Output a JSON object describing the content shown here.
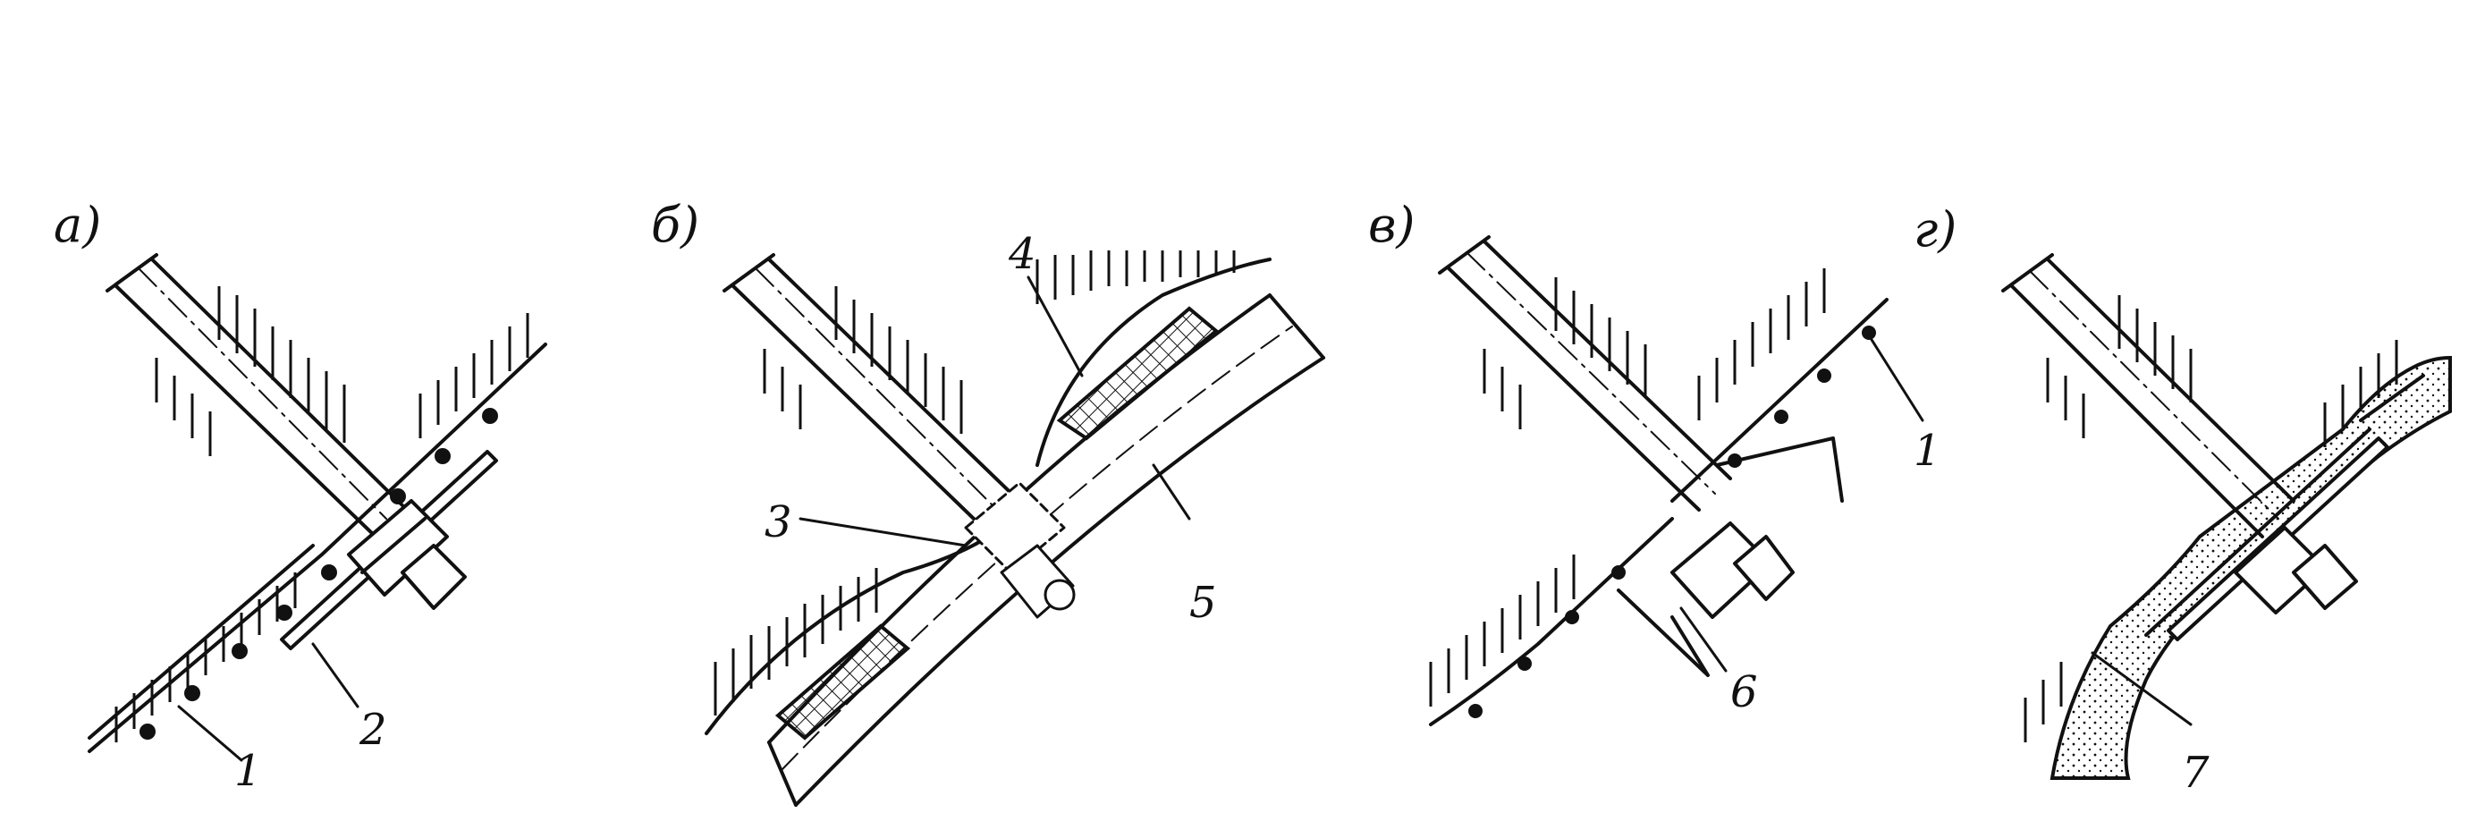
{
  "figure": {
    "panels": [
      {
        "id": "a",
        "label": "а)"
      },
      {
        "id": "b",
        "label": "б)"
      },
      {
        "id": "v",
        "label": "в)"
      },
      {
        "id": "g",
        "label": "г)"
      }
    ],
    "callouts": [
      "1",
      "2",
      "3",
      "4",
      "5",
      "1",
      "6",
      "7"
    ]
  },
  "colors": {
    "ink": "#111111",
    "paper": "#ffffff"
  }
}
